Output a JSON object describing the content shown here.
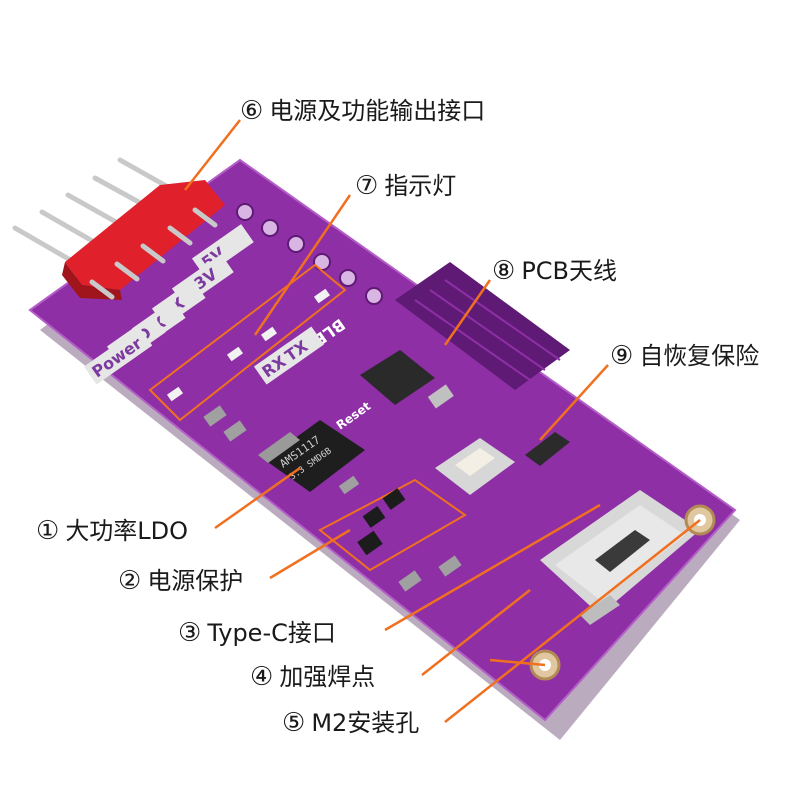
{
  "callouts": [
    {
      "num": "⑥",
      "text": "电源及功能输出接口"
    },
    {
      "num": "⑦",
      "text": "指示灯"
    },
    {
      "num": "⑧",
      "text": "PCB天线"
    },
    {
      "num": "⑨",
      "text": "自恢复保险"
    },
    {
      "num": "①",
      "text": "大功率LDO"
    },
    {
      "num": "②",
      "text": "电源保护"
    },
    {
      "num": "③",
      "text": "Type-C接口"
    },
    {
      "num": "④",
      "text": "加强焊点"
    },
    {
      "num": "⑤",
      "text": "M2安装孔"
    }
  ],
  "silkscreen": {
    "v5": "5V",
    "v33": "3.3V",
    "tx": "TX",
    "rx": "RX",
    "gnd": "GND",
    "power": "Power",
    "ble": "BLE",
    "rx2": "RX",
    "tx2": "TX",
    "reset": "Reset",
    "ldo_chip": "AMS1117",
    "ldo_chip2": "3.3 SMD6B"
  },
  "colors": {
    "pcb": "#8e2fa6",
    "pcb_dark": "#5e1a74",
    "header": "#e0202a",
    "pin": "#c9c9c9",
    "leader": "#f07020",
    "usb": "#d8d8d8"
  }
}
